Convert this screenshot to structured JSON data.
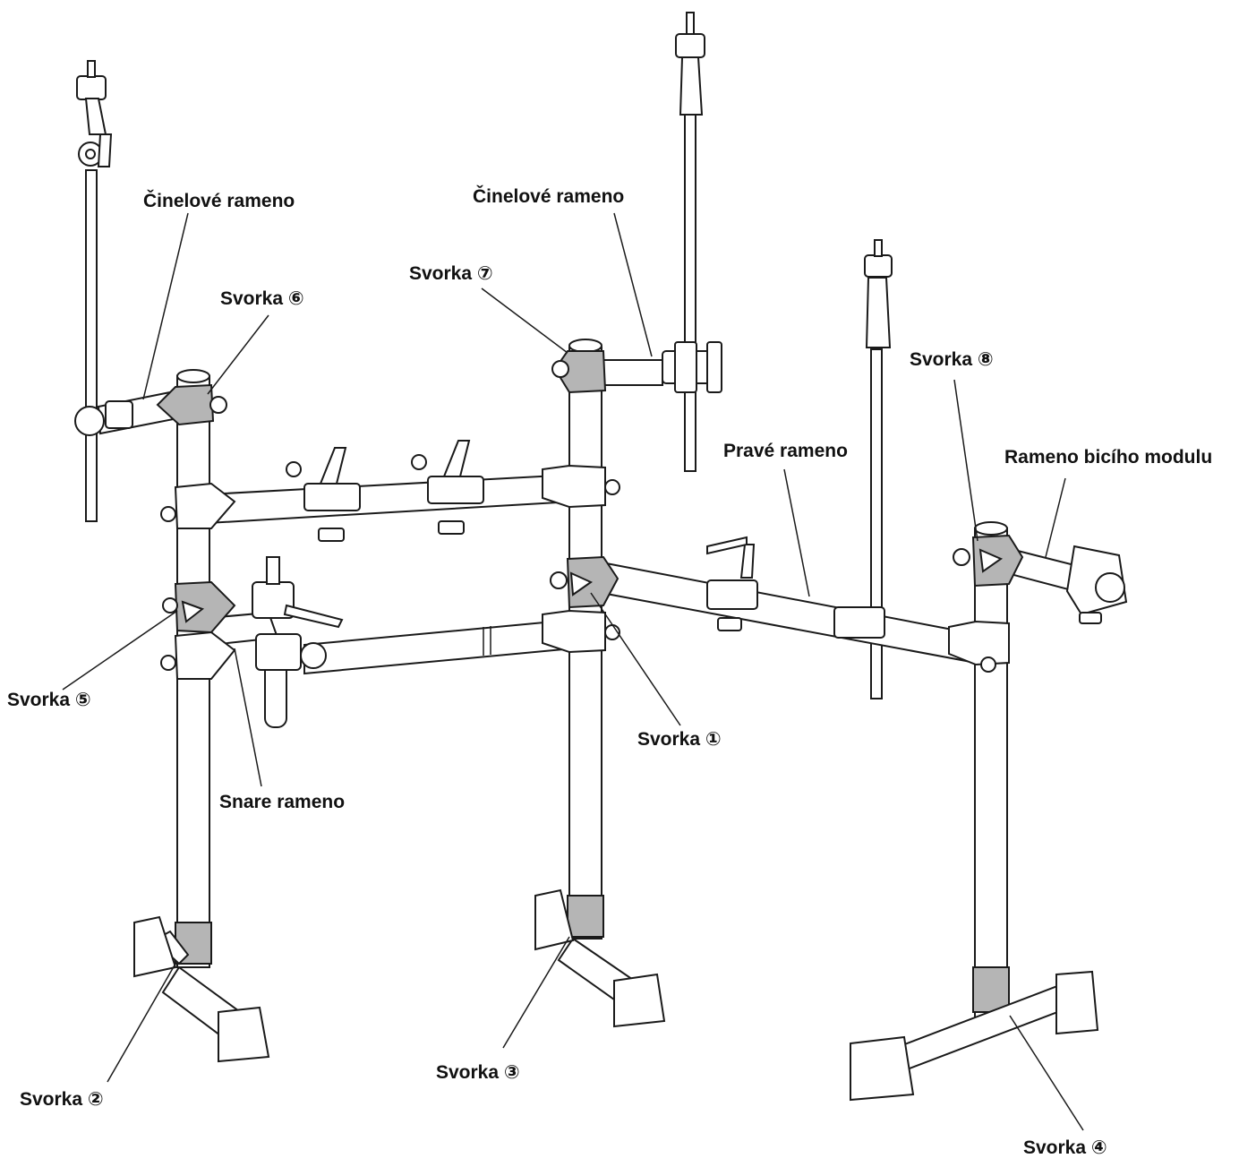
{
  "labels": {
    "cymbal_arm_left": "Činelové rameno",
    "cymbal_arm_right": "Činelové rameno",
    "clamp_1": "Svorka ①",
    "clamp_2": "Svorka ②",
    "clamp_3": "Svorka ③",
    "clamp_4": "Svorka ④",
    "clamp_5": "Svorka ⑤",
    "clamp_6": "Svorka ⑥",
    "clamp_7": "Svorka ⑦",
    "clamp_8": "Svorka ⑧",
    "right_arm": "Pravé rameno",
    "module_arm": "Rameno bicího modulu",
    "snare_arm": "Snare rameno"
  },
  "colors": {
    "line": "#1a1a1a",
    "clamp_fill": "#b5b5b5",
    "tube_fill": "#ffffff"
  }
}
